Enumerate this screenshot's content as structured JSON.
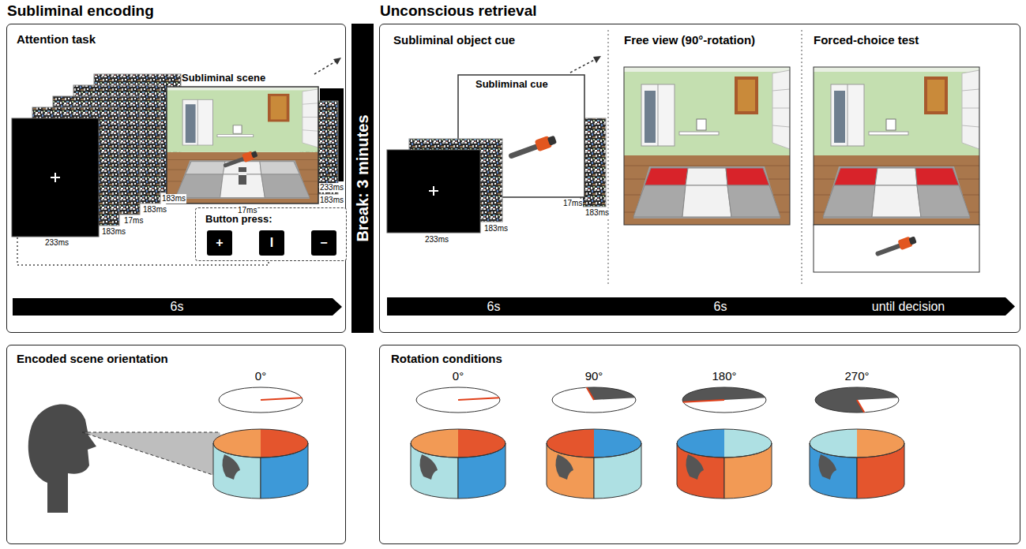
{
  "diagram": {
    "nodes": [
      {
        "text": [
          "Subliminal encoding",
          "Attention task"
        ]
      },
      {
        "text": [
          "Button press:"
        ],
        "in": 0
      },
      {
        "text": [
          "+"
        ],
        "in": 1
      },
      {
        "text": [
          "I"
        ],
        "in": 1
      },
      {
        "text": [
          "−"
        ],
        "in": 1
      },
      {
        "text": [
          "6s"
        ],
        "in": 0
      },
      {
        "text": [
          "Break: 3 minutes"
        ]
      },
      {
        "text": [
          "Unconscious retrieval"
        ]
      },
      {
        "text": [
          "6s",
          "6s",
          "until decision"
        ],
        "in": 7
      },
      {
        "text": [
          "Encoded scene orientation"
        ]
      },
      {
        "text": [
          "Rotation conditions"
        ]
      }
    ],
    "labels": [
      "Subliminal scene",
      "233ms",
      "183ms",
      "17ms",
      "183ms",
      "183ms",
      "17ms",
      "183ms",
      "233ms",
      "Subliminal object cue",
      "Subliminal cue",
      "233ms",
      "183ms",
      "17ms",
      "183ms",
      "Free view (90°-rotation)",
      "Forced-choice test",
      "0°",
      "0°",
      "90°",
      "180°",
      "270°"
    ]
  }
}
